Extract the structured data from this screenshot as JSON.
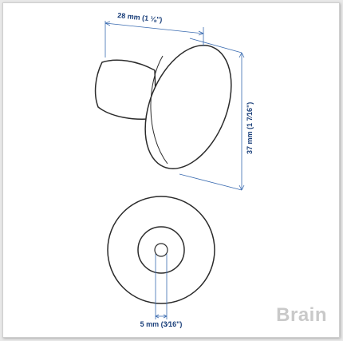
{
  "dimensions": {
    "width_label": "28 mm (1 ⅛\")",
    "height_label": "37 mm (1 7⁄16\")",
    "hole_label": "5 mm (3⁄16\")"
  },
  "watermark": "Brain",
  "colors": {
    "outline": "#2b2b2b",
    "dimension_line": "#3a6bb0",
    "dimension_text": "#1a3f7a",
    "watermark": "#c9c9c9"
  }
}
